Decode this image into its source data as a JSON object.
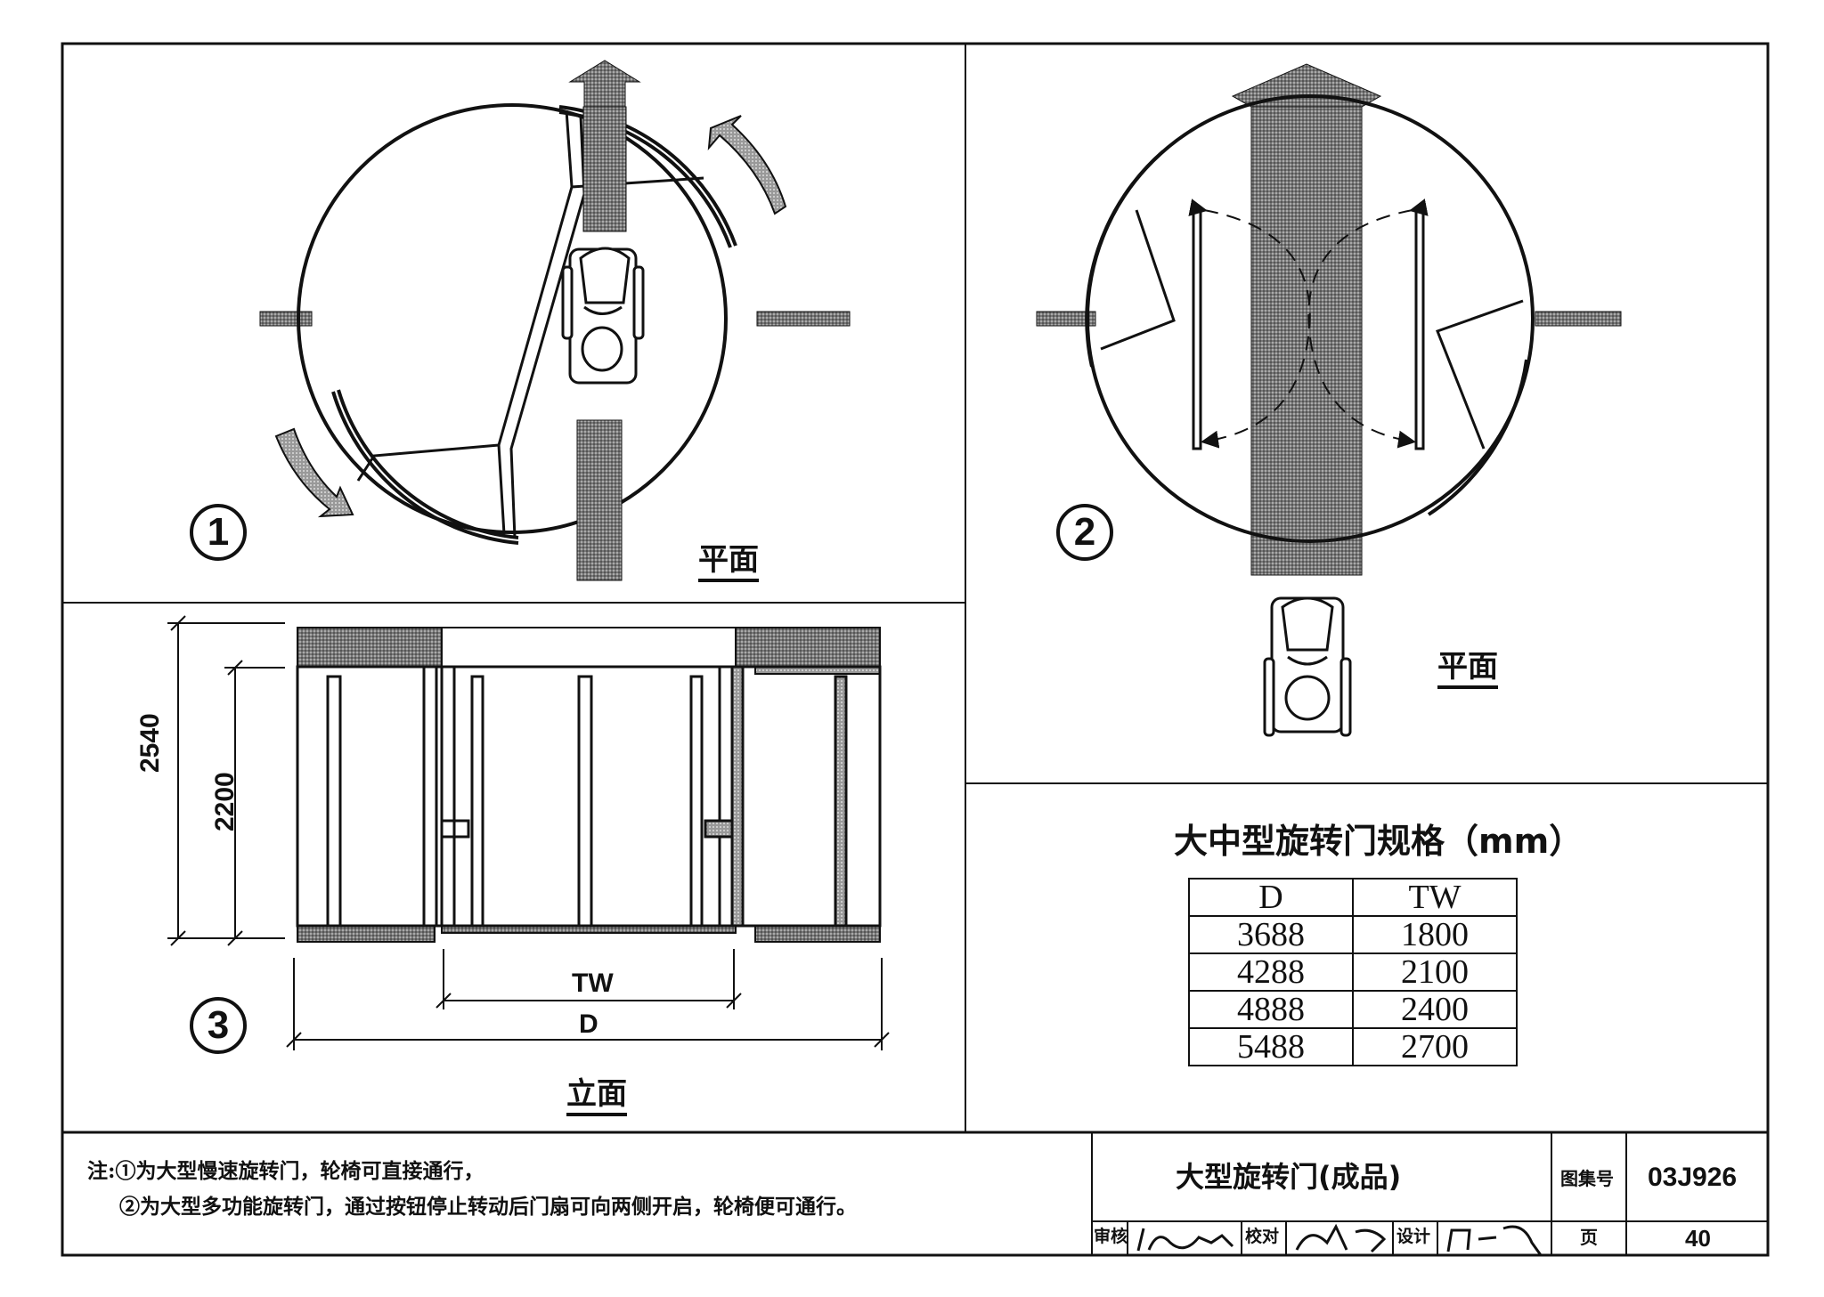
{
  "diagram1": {
    "marker": "1",
    "plan_label": "平面"
  },
  "diagram2": {
    "marker": "2",
    "plan_label": "平面"
  },
  "diagram3": {
    "marker": "3",
    "elevation_label": "立面",
    "dim_2540": "2540",
    "dim_2200": "2200",
    "dim_tw": "TW",
    "dim_d": "D"
  },
  "spec_table": {
    "title": "大中型旋转门规格（mm）",
    "headers": [
      "D",
      "TW"
    ],
    "rows": [
      [
        "3688",
        "1800"
      ],
      [
        "4288",
        "2100"
      ],
      [
        "4888",
        "2400"
      ],
      [
        "5488",
        "2700"
      ]
    ]
  },
  "notes": {
    "line1": "注:①为大型慢速旋转门，轮椅可直接通行，",
    "line2": "②为大型多功能旋转门，通过按钮停止转动后门扇可向两侧开启，轮椅便可通行。"
  },
  "title_block": {
    "title": "大型旋转门(成品)",
    "atlas_label": "图集号",
    "atlas_number": "03J926",
    "review_label": "审核",
    "check_label": "校对",
    "design_label": "设计",
    "page_label": "页",
    "page_number": "40"
  }
}
